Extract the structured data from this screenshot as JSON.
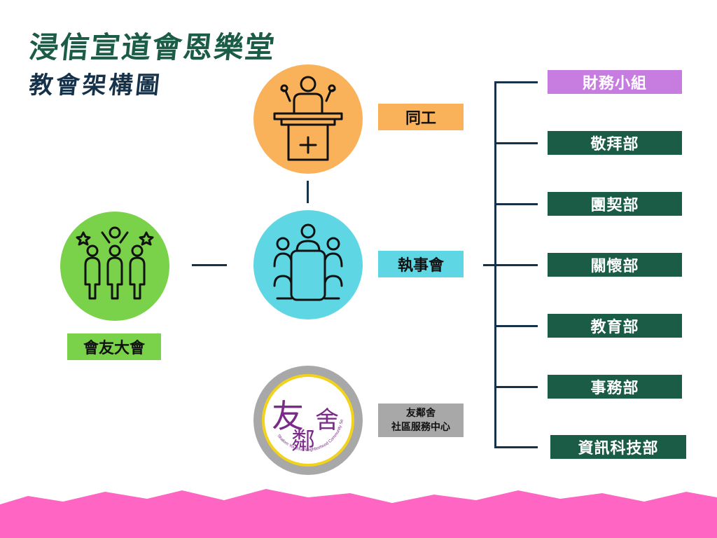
{
  "title": {
    "main": "浸信宣道會恩樂堂",
    "sub": "教會架構圖"
  },
  "nodes": {
    "staff": {
      "label": "同工"
    },
    "board": {
      "label": "執事會"
    },
    "assembly": {
      "label": "會友大會"
    },
    "center": {
      "label_line1": "友鄰舍",
      "label_line2": "社區服務中心",
      "logo_char1": "友",
      "logo_char2": "舍",
      "logo_char3": "鄰",
      "logo_arc_text": "Shalom Youthful Neighborhood Community Service"
    }
  },
  "departments": [
    {
      "label": "財務小組",
      "color": "#c77de0"
    },
    {
      "label": "敬拜部",
      "color": "#1a5c45"
    },
    {
      "label": "團契部",
      "color": "#1a5c45"
    },
    {
      "label": "關懷部",
      "color": "#1a5c45"
    },
    {
      "label": "教育部",
      "color": "#1a5c45"
    },
    {
      "label": "事務部",
      "color": "#1a5c45"
    },
    {
      "label": "資訊科技部",
      "color": "#1a5c45"
    }
  ],
  "colors": {
    "title_green": "#1a5c45",
    "title_navy": "#15324a",
    "staff_circle": "#f9b25a",
    "board_circle": "#5fd6e3",
    "assembly_circle": "#7ad14a",
    "center_circle": "#a8a8a8",
    "staff_label_bg": "#f9b25a",
    "board_label_bg": "#5fd6e3",
    "assembly_label_bg": "#7ad14a",
    "center_label_bg": "#a8a8a8",
    "logo_purple": "#7b2a8a",
    "logo_yellow": "#f2d31b",
    "bottom_pink": "#ff66c4"
  },
  "icons": {
    "staff": "pastor-at-pulpit-icon",
    "board": "meeting-table-icon",
    "assembly": "cheering-group-icon",
    "center": "community-center-logo"
  }
}
